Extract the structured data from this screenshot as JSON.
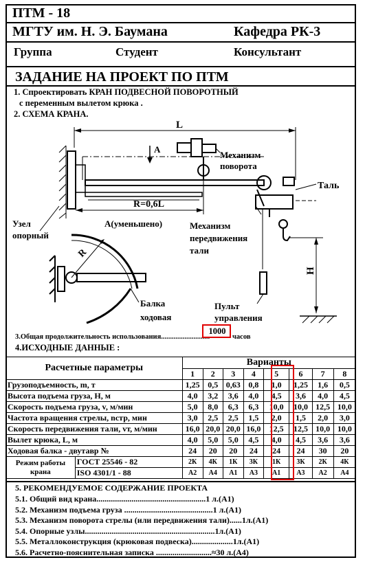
{
  "header": {
    "code": "ПТМ - 18",
    "university": "МГТУ им. Н. Э. Баумана",
    "department": "Кафедра  РК-3",
    "group": "Группа",
    "student": "Студент",
    "consultant": "Консультант",
    "assignment_title": "ЗАДАНИЕ  НА  ПРОЕКТ  ПО  ПТМ"
  },
  "tasks": {
    "item1_line1": "1. Спроектировать  КРАН ПОДВЕСНОЙ ПОВОРОТНЫЙ",
    "item1_line2": "с переменным вылетом крюка .",
    "item2": "2. СХЕМА  КРАНА."
  },
  "diagram": {
    "L": "L",
    "A": "A",
    "R_label": "R=0,6L",
    "mech_rotation_1": "Механизм",
    "mech_rotation_2": "поворота",
    "hoist": "Таль",
    "support_1": "Узел",
    "support_2": "опорный",
    "view_a": "A(уменьшено)",
    "mech_travel_1": "Механизм",
    "mech_travel_2": "передвижения",
    "mech_travel_3": "тали",
    "R": "R",
    "H": "H",
    "beam_1": "Балка",
    "beam_2": "ходовая",
    "pendant_1": "Пульт",
    "pendant_2": "управления"
  },
  "usage": {
    "label": "3.Общая продолжительность использования...........................",
    "value": "1000",
    "unit": "часов"
  },
  "initial_data_title": "4.ИСХОДНЫЕ  ДАННЫЕ :",
  "table": {
    "param_header": "Расчетные параметры",
    "variants_header": "Варианты",
    "variant_numbers": [
      "1",
      "2",
      "3",
      "4",
      "5",
      "6",
      "7",
      "8"
    ],
    "rows": [
      {
        "label": "Грузоподъемность, m, т",
        "values": [
          "1,25",
          "0,5",
          "0,63",
          "0,8",
          "1,0",
          "1,25",
          "1,6",
          "0,5"
        ]
      },
      {
        "label": "Высота подъема груза, H, м",
        "values": [
          "4,0",
          "3,2",
          "3,6",
          "4,0",
          "4,5",
          "3,6",
          "4,0",
          "4,5"
        ]
      },
      {
        "label": "Скорость подъема груза, v, м/мин",
        "values": [
          "5,0",
          "8,0",
          "6,3",
          "6,3",
          "10,0",
          "10,0",
          "12,5",
          "10,0"
        ]
      },
      {
        "label": "Частота вращения стрелы, nстр, мин",
        "values": [
          "3,0",
          "2,5",
          "2,5",
          "1,5",
          "2,0",
          "1,5",
          "2,0",
          "3,0"
        ]
      },
      {
        "label": "Скорость передвижения тали, vт, м/мин",
        "values": [
          "16,0",
          "20,0",
          "20,0",
          "16,0",
          "12,5",
          "12,5",
          "10,0",
          "10,0"
        ]
      },
      {
        "label": "Вылет крюка, L, м",
        "values": [
          "4,0",
          "5,0",
          "5,0",
          "4,5",
          "4,0",
          "4,5",
          "3,6",
          "3,6"
        ]
      },
      {
        "label": "Ходовая балка - двутавр №",
        "values": [
          "24",
          "20",
          "20",
          "24",
          "24",
          "24",
          "30",
          "20"
        ]
      }
    ],
    "mode_label_1": "Режим работы",
    "mode_label_2": "крана",
    "gost_label": "ГОСТ 25546 - 82",
    "gost_values": [
      "2К",
      "4К",
      "1К",
      "3К",
      "1К",
      "3К",
      "2К",
      "4К"
    ],
    "iso_label": "ISO 4301/1 - 88",
    "iso_values": [
      "А2",
      "А4",
      "А1",
      "А3",
      "А1",
      "А3",
      "А2",
      "А4"
    ]
  },
  "recommendations": {
    "title": "5. РЕКОМЕНДУЕМОЕ СОДЕРЖАНИЕ ПРОЕКТА",
    "items": [
      "5.1. Общий вид крана.....................................................1 л.(А1)",
      "5.2. Механизм подъема груза ...........................................1 л.(А1)",
      "5.3. Механизм поворота стрелы (или передвижения тали)......1л.(А1)",
      "5.4. Опорные узлы...............................................................1л.(А1)",
      "5.5. Металлоконструкция (крюковая подвеска)....................1л.(А1)",
      "5.6. Расчетно-пояснительная записка ...........................≈30 л.(А4)"
    ]
  },
  "highlight_color": "#e00000"
}
